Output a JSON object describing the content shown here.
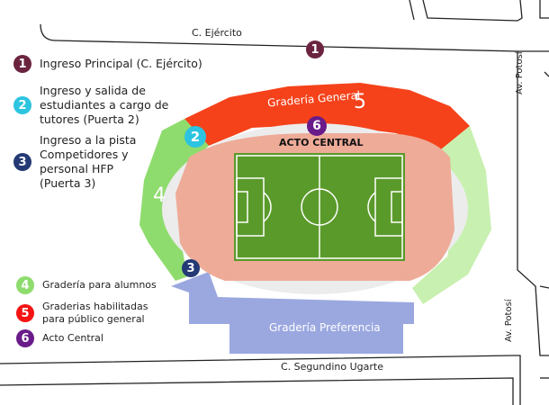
{
  "streets": {
    "top": "C. Ejército",
    "right_upper": "Av. Potosí",
    "right_lower": "Av. Potosí",
    "bottom": "C. Segundino Ugarte"
  },
  "map_labels": {
    "general_stand": "Gradería General",
    "general_stand_number": "5",
    "student_stand_number": "4",
    "central_act": "ACTO CENTRAL",
    "preference_stand": "Gradería Preferencia",
    "marker_1": "1",
    "marker_2": "2",
    "marker_3": "3",
    "marker_6": "6"
  },
  "legend": [
    {
      "num": "1",
      "text": "Ingreso Principal (C. Ejército)",
      "color": "#6b2440"
    },
    {
      "num": "2",
      "text": "Ingreso y salida de estudiantes a cargo de tutores (Puerta 2)",
      "color": "#2cc4e0"
    },
    {
      "num": "3",
      "text": "Ingreso a la pista Competidores y personal HFP (Puerta 3)",
      "color": "#243a75"
    },
    {
      "num": "4",
      "text": "Gradería para alumnos",
      "color": "#8fdc6e"
    },
    {
      "num": "5",
      "text": "Graderias habilitadas para público general",
      "color": "#f51414"
    },
    {
      "num": "6",
      "text": "Acto Central",
      "color": "#6a1b8a"
    }
  ],
  "colors": {
    "general_stand": "#f5421a",
    "student_stand": "#8fdc6e",
    "right_stand": "#c8f0b0",
    "preference_stand": "#9ba8e0",
    "track": "#eeab98",
    "field": "#5a9a2a"
  }
}
